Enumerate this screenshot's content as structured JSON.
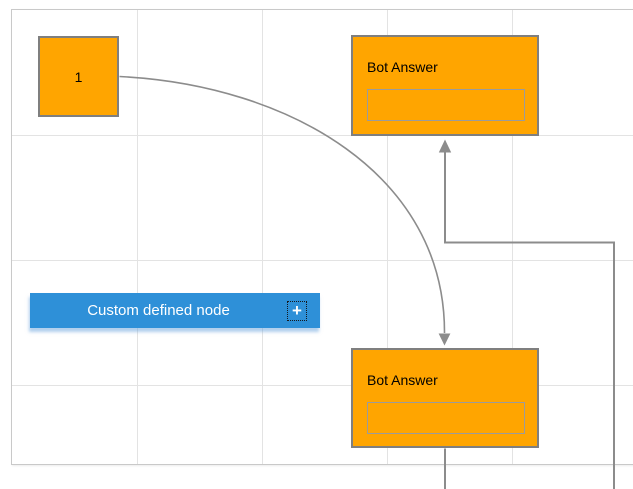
{
  "diagram": {
    "source_node": {
      "label": "1"
    },
    "bot_answer_top": {
      "title": "Bot Answer"
    },
    "bot_answer_bottom": {
      "title": "Bot Answer"
    },
    "custom_node": {
      "label": "Custom defined node",
      "add_icon_glyph": "+"
    },
    "colors": {
      "node_fill": "#FFA500",
      "node_border": "#7F7F7F",
      "connector": "#8C8C8C",
      "custom_node_fill": "#2E90D8",
      "custom_node_text": "#FFFFFF",
      "grid_line": "#E3E3E3",
      "page_border": "#C9C9C9"
    }
  }
}
